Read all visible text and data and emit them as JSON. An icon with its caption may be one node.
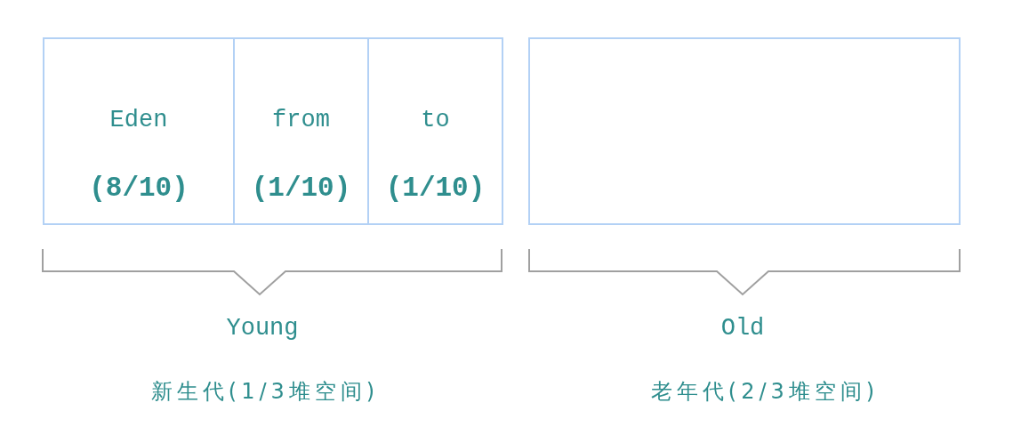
{
  "diagram": {
    "nodes": [
      {
        "text": [
          "Eden",
          "(8/10)"
        ]
      },
      {
        "text": [
          "from",
          "(1/10)"
        ]
      },
      {
        "text": [
          "to",
          "(1/10)"
        ]
      },
      {
        "text": [],
        "shape": "box"
      }
    ],
    "labels": [
      "Young",
      "新生代(1/3堆空间)",
      "Old",
      "老年代(2/3堆空间)"
    ]
  }
}
